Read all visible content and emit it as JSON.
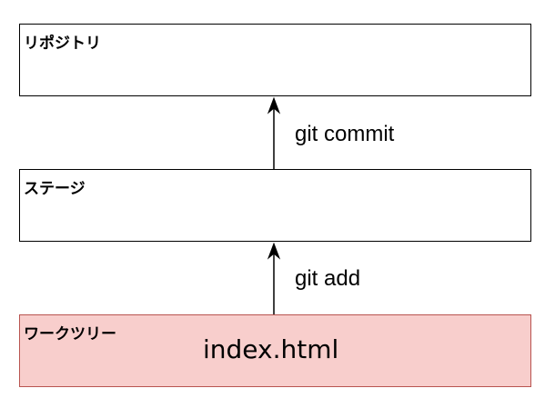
{
  "boxes": {
    "repository": {
      "title": "リポジトリ"
    },
    "stage": {
      "title": "ステージ"
    },
    "working_tree": {
      "title": "ワークツリー",
      "file": "index.html"
    }
  },
  "arrows": {
    "commit_label": "git commit",
    "add_label": "git add"
  },
  "colors": {
    "working_tree_fill": "#f8cecc",
    "working_tree_border": "#b85450",
    "line": "#000000"
  }
}
